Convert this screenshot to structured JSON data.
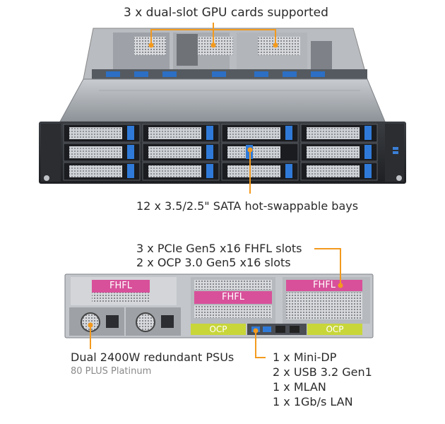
{
  "top": {
    "gpu_caption": "3 x dual-slot GPU cards supported",
    "bay_caption": "12 x 3.5/2.5\" SATA hot-swappable bays"
  },
  "rear": {
    "pcie_caption": "3 x PCIe Gen5 x16 FHFL slots",
    "ocp_caption": "2 x OCP 3.0 Gen5 x16 slots",
    "slot_labels": [
      "FHFL",
      "FHFL",
      "FHFL"
    ],
    "ocp_labels": [
      "OCP",
      "OCP"
    ],
    "psu_caption": "Dual 2400W redundant PSUs",
    "psu_sub": "80 PLUS Platinum",
    "io_lines": [
      "1 x Mini-DP",
      "2 x USB 3.2 Gen1",
      "1 x MLAN",
      "1 x 1Gb/s LAN"
    ]
  },
  "colors": {
    "accent": "#f39a1e",
    "fhfl": "#d8509a",
    "ocp": "#c8d63a"
  }
}
